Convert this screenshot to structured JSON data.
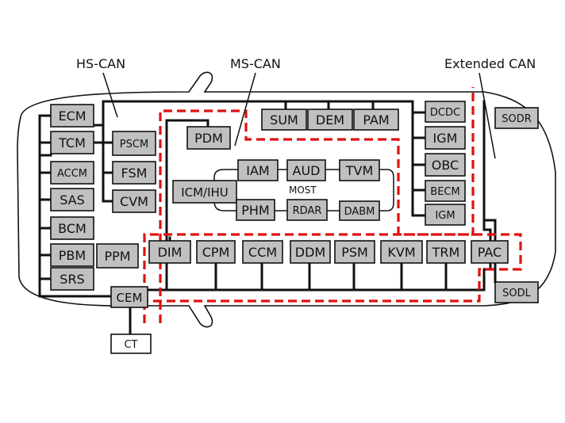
{
  "labels": {
    "hs_can": "HS-CAN",
    "ms_can": "MS-CAN",
    "extended_can": "Extended CAN",
    "most": "MOST"
  },
  "modules": {
    "ecm": "ECM",
    "tcm": "TCM",
    "accm": "ACCM",
    "sas": "SAS",
    "bcm": "BCM",
    "pbm": "PBM",
    "srs": "SRS",
    "ppm": "PPM",
    "pscm": "PSCM",
    "fsm": "FSM",
    "cvm": "CVM",
    "cem": "CEM",
    "ct": "CT",
    "pdm": "PDM",
    "sum": "SUM",
    "dem": "DEM",
    "pam": "PAM",
    "dcdc": "DCDC",
    "sodr": "SODR",
    "igm_top": "IGM",
    "obc": "OBC",
    "becm": "BECM",
    "igm_bottom": "IGM",
    "icm_ihu": "ICM/IHU",
    "iam": "IAM",
    "aud": "AUD",
    "tvm": "TVM",
    "phm": "PHM",
    "rdar": "RDAR",
    "dabm": "DABM",
    "dim": "DIM",
    "cpm": "CPM",
    "ccm": "CCM",
    "ddm": "DDM",
    "psm": "PSM",
    "kvm": "KVM",
    "trm": "TRM",
    "pac": "PAC",
    "sodl": "SODL"
  }
}
